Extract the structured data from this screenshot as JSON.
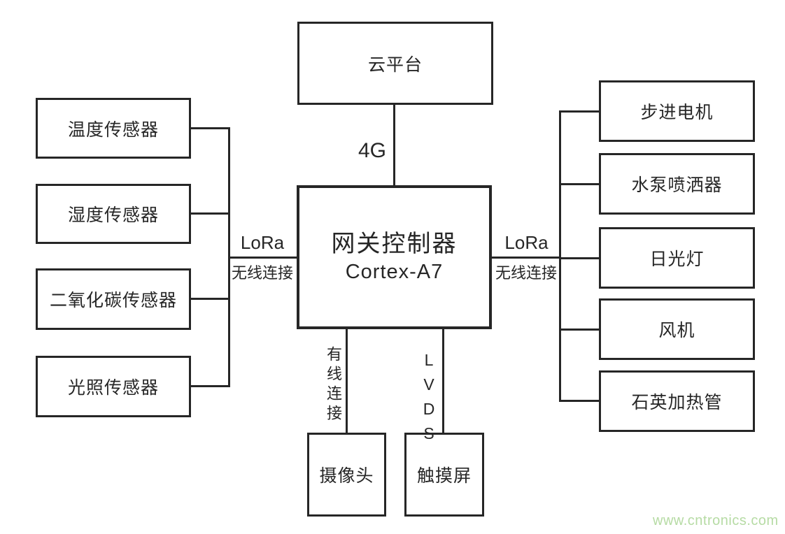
{
  "diagram": {
    "cloud": {
      "label": "云平台"
    },
    "gateway": {
      "title": "网关控制器",
      "subtitle": "Cortex-A7"
    },
    "sensors": [
      {
        "label": "温度传感器"
      },
      {
        "label": "湿度传感器"
      },
      {
        "label": "二氧化碳传感器"
      },
      {
        "label": "光照传感器"
      }
    ],
    "actuators": [
      {
        "label": "步进电机"
      },
      {
        "label": "水泵喷洒器"
      },
      {
        "label": "日光灯"
      },
      {
        "label": "风机"
      },
      {
        "label": "石英加热管"
      }
    ],
    "peripherals": [
      {
        "label": "摄像头",
        "link_label": "有线连接"
      },
      {
        "label": "触摸屏",
        "link_label": "LVDS"
      }
    ],
    "links": {
      "cloud_gateway": "4G",
      "left_protocol": "LoRa",
      "left_type": "无线连接",
      "right_protocol": "LoRa",
      "right_type": "无线连接"
    }
  },
  "watermark": {
    "text": "www.cntronics.com",
    "color": "#b6dba4"
  },
  "colors": {
    "line": "#262626",
    "background": "#ffffff"
  }
}
